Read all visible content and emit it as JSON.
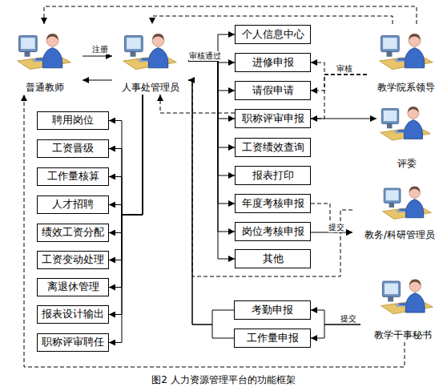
{
  "diagram": {
    "caption": "图2 人力资源管理平台的功能框架",
    "nodes": [
      {
        "text": [
          "普通教师"
        ]
      },
      {
        "text": [
          "人事处管理员"
        ]
      },
      {
        "text": [
          "教学院系领导"
        ]
      },
      {
        "text": [
          "个人信息中心"
        ]
      },
      {
        "text": [
          "进修申报"
        ]
      },
      {
        "text": [
          "请假申请"
        ]
      },
      {
        "text": [
          "职称评审申报"
        ]
      },
      {
        "text": [
          "工资绩效查询"
        ]
      },
      {
        "text": [
          "报表打印"
        ]
      },
      {
        "text": [
          "年度考核申报"
        ]
      },
      {
        "text": [
          "岗位考核申报"
        ]
      },
      {
        "text": [
          "其他"
        ]
      },
      {
        "text": [
          "评委"
        ]
      },
      {
        "text": [
          "聘用岗位"
        ]
      },
      {
        "text": [
          "工资晋级"
        ]
      },
      {
        "text": [
          "工作量核算"
        ]
      },
      {
        "text": [
          "人才招聘"
        ]
      },
      {
        "text": [
          "绩效工资分配"
        ]
      },
      {
        "text": [
          "工资变动处理"
        ]
      },
      {
        "text": [
          "离退休管理"
        ]
      },
      {
        "text": [
          "报表设计输出"
        ]
      },
      {
        "text": [
          "职称评审聘任"
        ]
      },
      {
        "text": [
          "教务/科研管理员"
        ]
      },
      {
        "text": [
          "考勤申报"
        ]
      },
      {
        "text": [
          "工作量申报"
        ]
      },
      {
        "text": [
          "教学干事秘书"
        ]
      }
    ],
    "edges": [
      {
        "from": 0,
        "to": 1,
        "label": "注册",
        "arrow": "to"
      },
      {
        "from": 1,
        "to": 3,
        "label": "审核通过",
        "arrow": "to"
      },
      {
        "from": 1,
        "to": 4,
        "arrow": "to"
      },
      {
        "from": 1,
        "to": 5,
        "arrow": "to"
      },
      {
        "from": 1,
        "to": 6,
        "arrow": "to"
      },
      {
        "from": 1,
        "to": 7,
        "arrow": "to"
      },
      {
        "from": 1,
        "to": 8,
        "arrow": "to"
      },
      {
        "from": 1,
        "to": 9,
        "arrow": "to"
      },
      {
        "from": 1,
        "to": 10,
        "arrow": "to"
      },
      {
        "from": 1,
        "to": 11,
        "arrow": "to"
      },
      {
        "from": 2,
        "to": 4,
        "label": "审核",
        "arrow": "to"
      },
      {
        "from": 2,
        "to": 5,
        "arrow": "to"
      },
      {
        "from": 2,
        "to": 6,
        "arrow": "to"
      },
      {
        "from": 6,
        "to": 12,
        "arrow": "to"
      },
      {
        "from": 6,
        "to": 1,
        "arrow": "to"
      },
      {
        "from": 2,
        "to": 0,
        "arrow": "to"
      },
      {
        "from": 2,
        "to": 1,
        "arrow": "to"
      },
      {
        "from": 1,
        "to": 0,
        "arrow": "to"
      },
      {
        "from": 1,
        "to": 13,
        "arrow": "to"
      },
      {
        "from": 1,
        "to": 14,
        "arrow": "to"
      },
      {
        "from": 1,
        "to": 15,
        "arrow": "to"
      },
      {
        "from": 1,
        "to": 16,
        "arrow": "to"
      },
      {
        "from": 1,
        "to": 17,
        "arrow": "to"
      },
      {
        "from": 1,
        "to": 18,
        "arrow": "to"
      },
      {
        "from": 1,
        "to": 19,
        "arrow": "to"
      },
      {
        "from": 1,
        "to": 20,
        "arrow": "to"
      },
      {
        "from": 1,
        "to": 21,
        "arrow": "to"
      },
      {
        "from": 10,
        "to": 22,
        "label": "提交",
        "arrow": "to"
      },
      {
        "from": 9,
        "to": 22,
        "arrow": "to"
      },
      {
        "from": 22,
        "to": 1,
        "arrow": "to"
      },
      {
        "from": 25,
        "to": 23,
        "label": "提交",
        "arrow": "to"
      },
      {
        "from": 25,
        "to": 24,
        "arrow": "to"
      },
      {
        "from": 25,
        "to": 0,
        "arrow": "to"
      },
      {
        "from": 23,
        "to": 1,
        "arrow": "none"
      },
      {
        "from": 24,
        "to": 1,
        "arrow": "none"
      }
    ]
  }
}
